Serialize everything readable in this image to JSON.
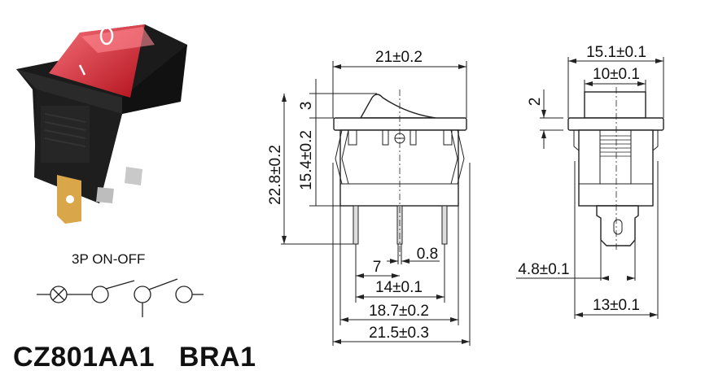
{
  "product": {
    "model": "CZ801AA1   BRA1",
    "circuit_label": "3P  ON-OFF",
    "rocker_marks": [
      "O",
      "I"
    ]
  },
  "front_view": {
    "dims": {
      "overall_width": "21±0.2",
      "rocker_height": "3",
      "body_height": "15.4±0.2",
      "total_height": "22.8±0.2",
      "pin_width": "0.8",
      "half_pitch": "7",
      "pin_pitch": "14±0.1",
      "body_width": "18.7±0.2",
      "clip_width": "21.5±0.3"
    }
  },
  "side_view": {
    "dims": {
      "flange_width": "15.1±0.1",
      "rocker_width": "10±0.1",
      "flange_thickness": "2",
      "terminal_width": "4.8±0.1",
      "body_width": "13±0.1"
    }
  },
  "colors": {
    "rocker": "#d8232a",
    "housing": "#1a1a1a",
    "terminal": "#d9a64a"
  }
}
